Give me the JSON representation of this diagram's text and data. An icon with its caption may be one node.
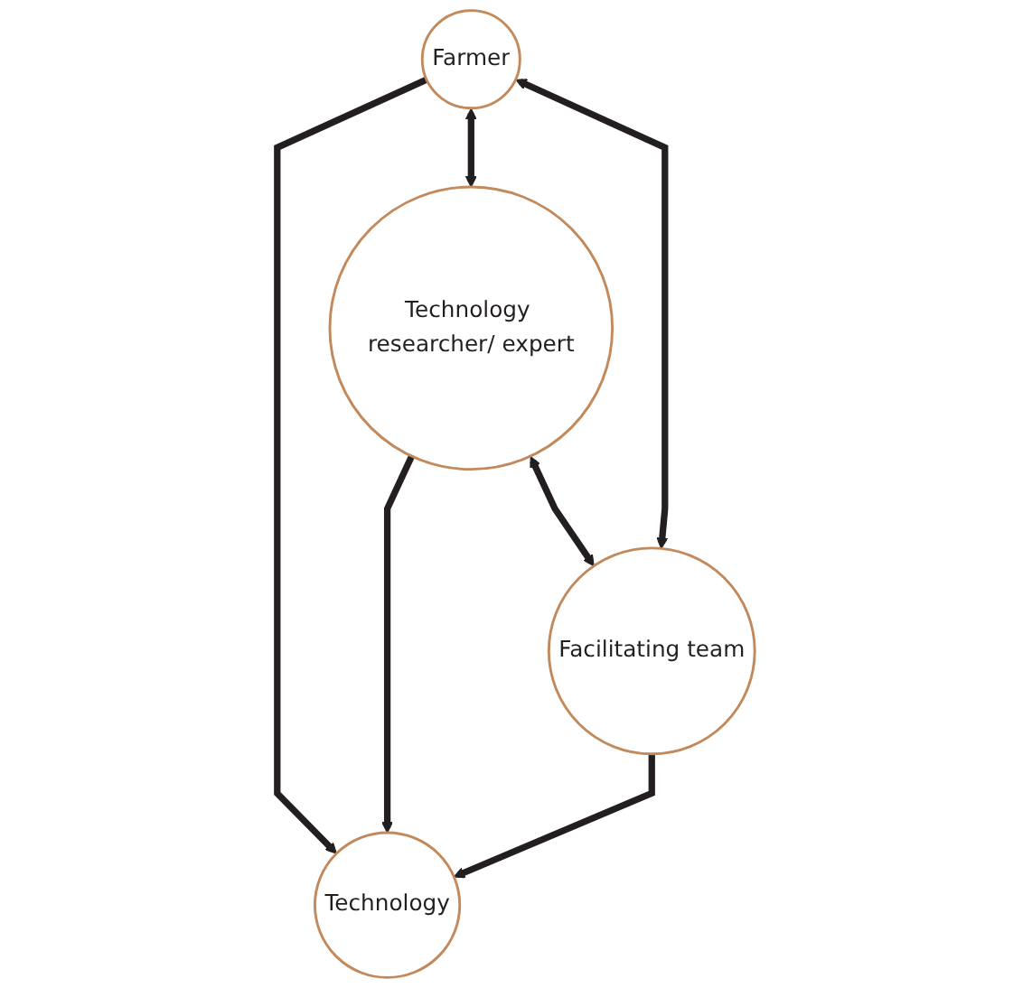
{
  "diagram": {
    "nodes": [
      {
        "text": [
          "Farmer"
        ]
      },
      {
        "text": [
          "Technology"
        ]
      },
      {
        "text": [
          "Technology researcher/ expert"
        ]
      },
      {
        "text": [
          "Facilitating team"
        ]
      }
    ],
    "edges": [
      {
        "from": 0,
        "to": 1,
        "arrow": "to"
      },
      {
        "from": 0,
        "to": 2,
        "arrow": "both"
      },
      {
        "from": 0,
        "to": 3,
        "arrow": "both"
      },
      {
        "from": 2,
        "to": 1,
        "arrow": "to"
      },
      {
        "from": 3,
        "to": 1,
        "arrow": "to"
      },
      {
        "from": 2,
        "to": 3,
        "arrow": "both"
      }
    ]
  }
}
